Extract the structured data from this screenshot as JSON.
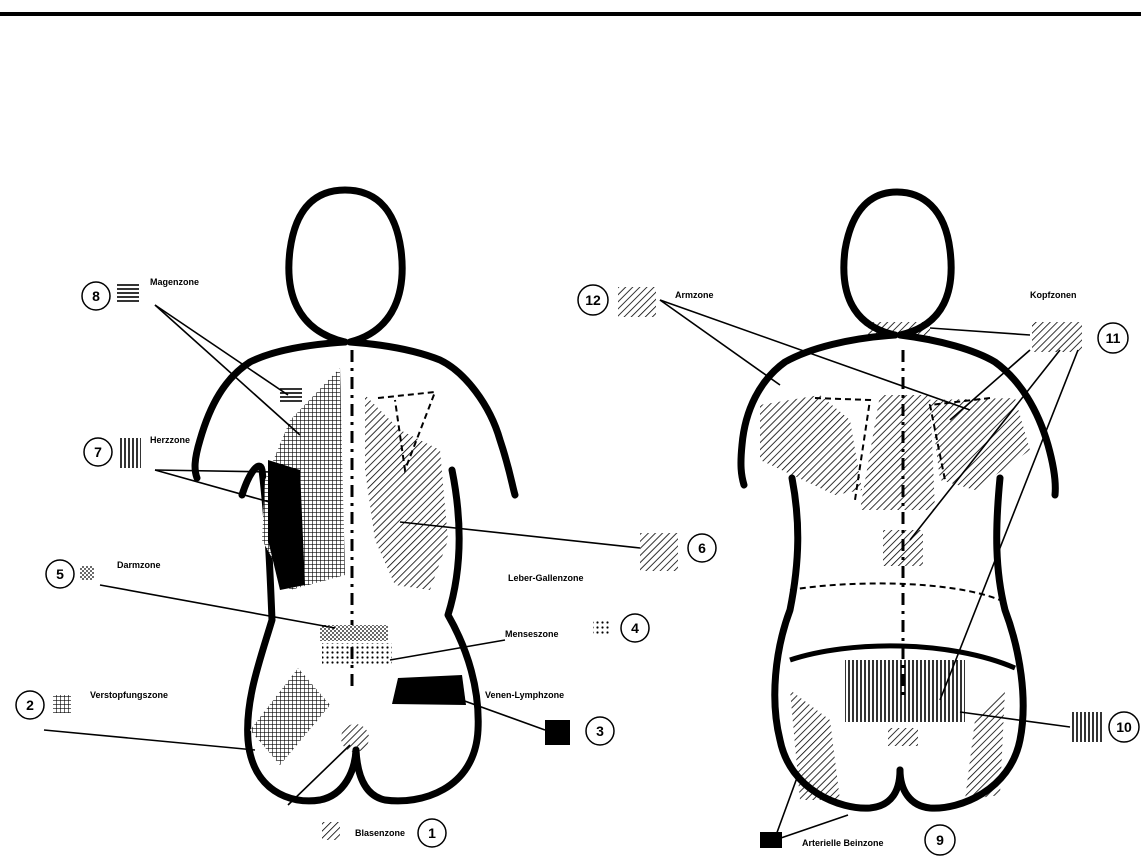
{
  "header_caption": "",
  "left_figure": {
    "zones": [
      {
        "number": "8",
        "label": "Magenzone"
      },
      {
        "number": "7",
        "label": "Herzzone"
      },
      {
        "number": "5",
        "label": "Darmzone"
      },
      {
        "number": "2",
        "label": "Verstopfungszone"
      },
      {
        "number": "1",
        "label": "Blasenzone"
      },
      {
        "number": "6",
        "label": "Leber-Gallenzone"
      },
      {
        "number": "4",
        "label": "Menseszone"
      },
      {
        "number": "3",
        "label": "Venen-Lymphzone"
      }
    ]
  },
  "right_figure": {
    "zones": [
      {
        "number": "12",
        "label": "Armzone"
      },
      {
        "number": "11",
        "label": "Kopfzonen"
      },
      {
        "number": "10",
        "label": ""
      },
      {
        "number": "9",
        "label": "Arterielle Beinzone"
      }
    ]
  },
  "colors": {
    "ink": "#000000",
    "paper": "#ffffff",
    "hatch": "#555555"
  }
}
